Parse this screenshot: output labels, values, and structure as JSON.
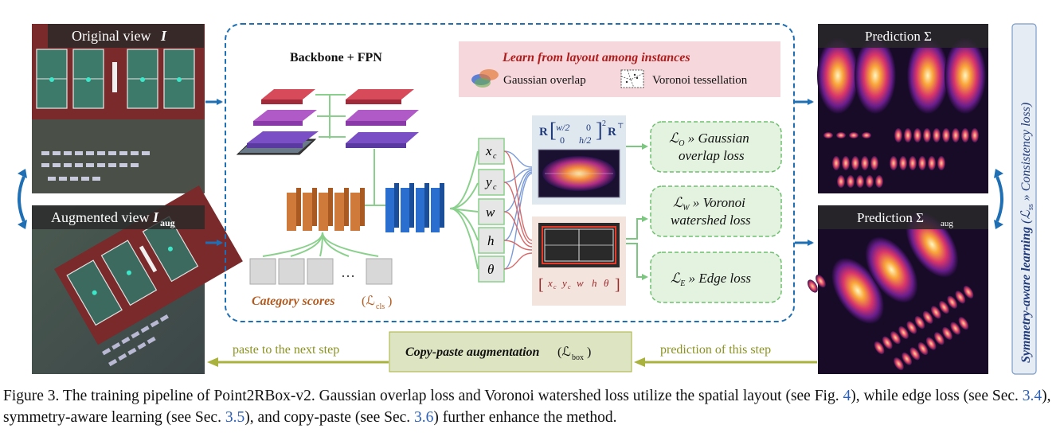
{
  "figure": {
    "original_view_label": "Original view",
    "original_view_symbol": "I",
    "augmented_view_label": "Augmented view",
    "augmented_view_symbol": "I",
    "augmented_view_subscript": "aug",
    "backbone_title": "Backbone + FPN",
    "layout_box_title": "Learn from layout among instances",
    "gaussian_overlap_legend": "Gaussian overlap",
    "voronoi_legend": "Voronoi tessellation",
    "category_scores_label": "Category scores",
    "category_scores_loss": "(ℒ",
    "category_scores_loss_sub": "cls",
    "category_scores_loss_close": ")",
    "ellipsis": "…",
    "params": [
      "x",
      "y",
      "w",
      "h",
      "θ"
    ],
    "params_sub": [
      "c",
      "c",
      "",
      "",
      ""
    ],
    "matrix_formula": {
      "R": "R",
      "m11": "w/2",
      "m12": "0",
      "m21": "0",
      "m22": "h/2",
      "exp": "2",
      "RT": "R",
      "RT_sup": "⊤"
    },
    "box_params": [
      "x",
      "y",
      "w",
      "h",
      "θ"
    ],
    "box_params_sub": [
      "c",
      "c",
      "",
      "",
      ""
    ],
    "losses": [
      {
        "symbol": "ℒ",
        "sub": "O",
        "line1": " » Gaussian",
        "line2": "overlap loss"
      },
      {
        "symbol": "ℒ",
        "sub": "W",
        "line1": " » Voronoi",
        "line2": "watershed loss"
      },
      {
        "symbol": "ℒ",
        "sub": "E",
        "line1": " » Edge loss",
        "line2": ""
      }
    ],
    "prediction_label": "Prediction Σ",
    "prediction_aug_label": "Prediction Σ",
    "prediction_aug_sub": "aug",
    "copy_paste_label": "Copy-paste augmentation",
    "copy_paste_loss": "(ℒ",
    "copy_paste_loss_sub": "box",
    "copy_paste_loss_close": ")",
    "paste_next_step": "paste to the next step",
    "prediction_this_step": "prediction of this step",
    "side_label_main": "Symmetry-aware learning",
    "side_label_loss": " (ℒ",
    "side_label_loss_sub": "ss",
    "side_label_loss_tail": " » Consistency loss)"
  },
  "caption": {
    "prefix": "Figure 3. The training pipeline of Point2RBox-v2. Gaussian overlap loss and Voronoi watershed loss utilize the spatial layout (see Fig. ",
    "ref_fig": "4",
    "mid1": "), while edge loss (see Sec. ",
    "ref_sec1": "3.4",
    "mid2": "), symmetry-aware learning (see Sec. ",
    "ref_sec2": "3.5",
    "mid3": "), and copy-paste (see Sec. ",
    "ref_sec3": "3.6",
    "suffix": ") further enhance the method."
  },
  "colors": {
    "blue_arrow": "#1f6fb5",
    "olive_arrow": "#a8b23c",
    "loss_green": "#4caf50",
    "category_orange": "#b35a1f",
    "title_red": "#b01c1c",
    "link_blue": "#2b5fb8"
  }
}
